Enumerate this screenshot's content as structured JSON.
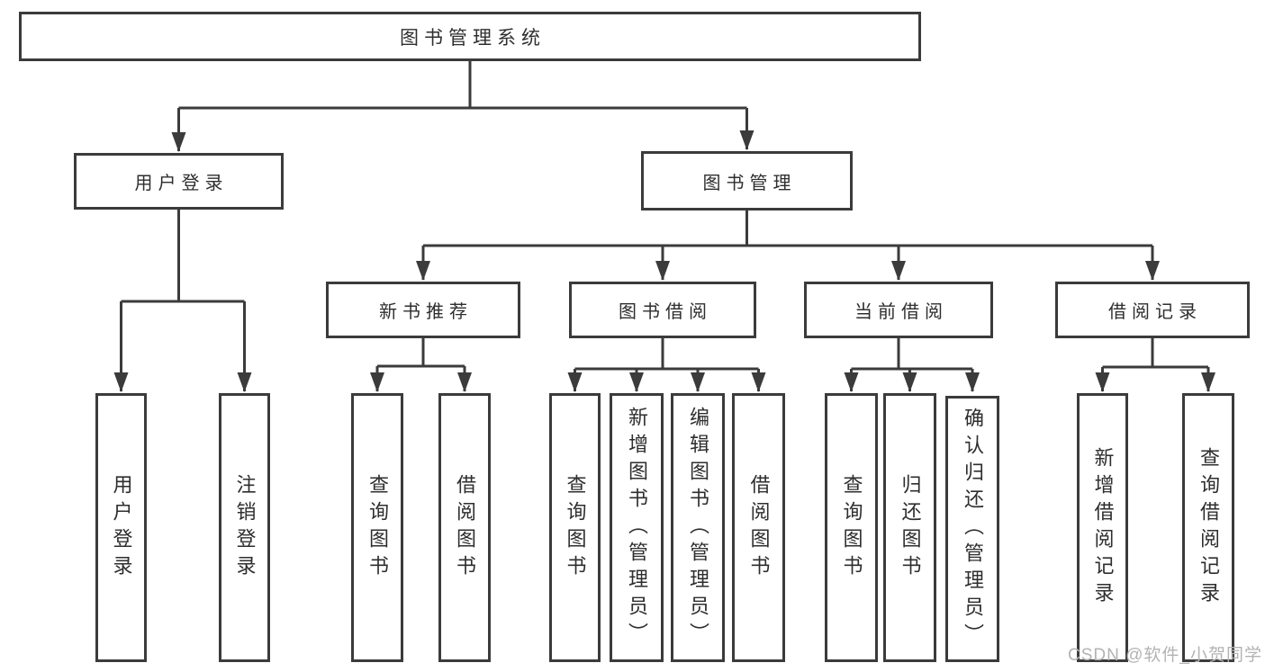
{
  "diagram": {
    "tree": {
      "root": {
        "label": "图书管理系统",
        "children": [
          {
            "label": "用户登录",
            "children": [
              {
                "label": "用户登录"
              },
              {
                "label": "注销登录"
              }
            ]
          },
          {
            "label": "图书管理",
            "children": [
              {
                "label": "新书推荐",
                "children": [
                  {
                    "label": "查询图书"
                  },
                  {
                    "label": "借阅图书"
                  }
                ]
              },
              {
                "label": "图书借阅",
                "children": [
                  {
                    "label": "查询图书"
                  },
                  {
                    "label": "新增图书（管理员）"
                  },
                  {
                    "label": "编辑图书（管理员）"
                  },
                  {
                    "label": "借阅图书"
                  }
                ]
              },
              {
                "label": "当前借阅",
                "children": [
                  {
                    "label": "查询图书"
                  },
                  {
                    "label": "归还图书"
                  },
                  {
                    "label": "确认归还（管理员）"
                  }
                ]
              },
              {
                "label": "借阅记录",
                "children": [
                  {
                    "label": "新增借阅记录"
                  },
                  {
                    "label": "查询借阅记录"
                  }
                ]
              }
            ]
          }
        ]
      }
    },
    "colors": {
      "line": "#3b3b3b",
      "border": "#3b3b3b",
      "text": "#2e2e2e",
      "background": "#ffffff",
      "watermark": "#b3b3b3"
    },
    "watermark": {
      "text": "CSDN @软件_小贺同学"
    }
  }
}
